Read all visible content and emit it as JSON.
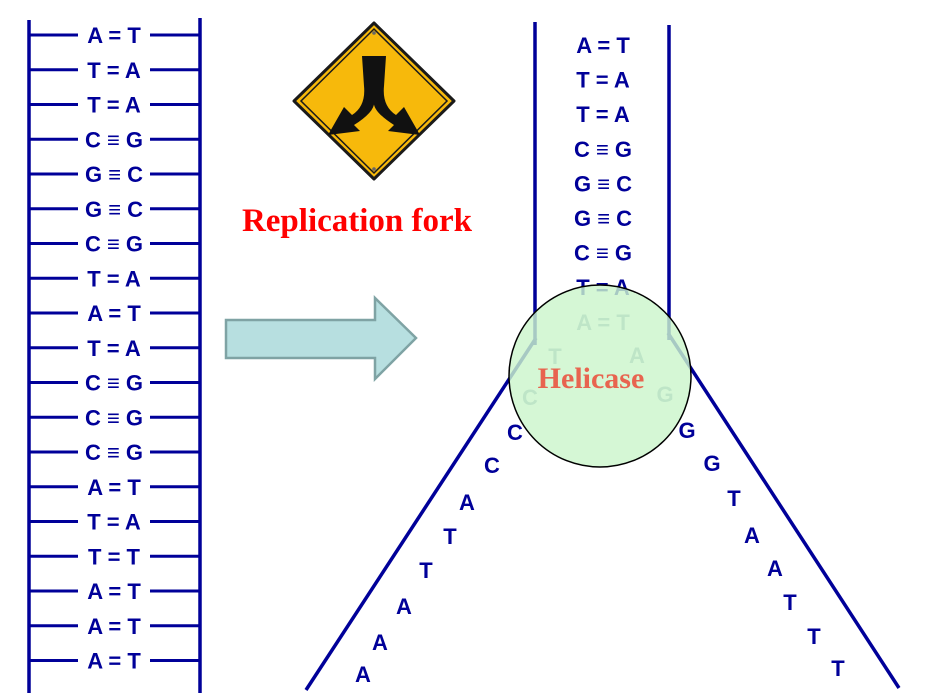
{
  "title": "Replication fork",
  "helicase_label": "Helicase",
  "icons": {
    "sign": "fork-road-sign-icon",
    "arrow": "right-arrow-icon"
  },
  "colors": {
    "dna": "#000099",
    "title": "#ff0000",
    "helicase_text": "#e8644f",
    "helicase_fill": "#ccf5cc",
    "arrow_fill": "#b7dfe0",
    "arrow_stroke": "#7fa3a4",
    "sign_fill": "#f7b90b"
  },
  "left_ladder": {
    "pairs": [
      {
        "left": "A",
        "bond": "=",
        "right": "T"
      },
      {
        "left": "T",
        "bond": "=",
        "right": "A"
      },
      {
        "left": "T",
        "bond": "=",
        "right": "A"
      },
      {
        "left": "C",
        "bond": "≡",
        "right": "G"
      },
      {
        "left": "G",
        "bond": "≡",
        "right": "C"
      },
      {
        "left": "G",
        "bond": "≡",
        "right": "C"
      },
      {
        "left": "C",
        "bond": "≡",
        "right": "G"
      },
      {
        "left": "T",
        "bond": "=",
        "right": "A"
      },
      {
        "left": "A",
        "bond": "=",
        "right": "T"
      },
      {
        "left": "T",
        "bond": "=",
        "right": "A"
      },
      {
        "left": "C",
        "bond": "≡",
        "right": "G"
      },
      {
        "left": "C",
        "bond": "≡",
        "right": "G"
      },
      {
        "left": "C",
        "bond": "≡",
        "right": "G"
      },
      {
        "left": "A",
        "bond": "=",
        "right": "T"
      },
      {
        "left": "T",
        "bond": "=",
        "right": "A"
      },
      {
        "left": "T",
        "bond": "=",
        "right": "T"
      },
      {
        "left": "A",
        "bond": "=",
        "right": "T"
      },
      {
        "left": "A",
        "bond": "=",
        "right": "T"
      },
      {
        "left": "A",
        "bond": "=",
        "right": "T"
      }
    ]
  },
  "fork": {
    "stem_pairs": [
      {
        "left": "A",
        "bond": "=",
        "right": "T"
      },
      {
        "left": "T",
        "bond": "=",
        "right": "A"
      },
      {
        "left": "T",
        "bond": "=",
        "right": "A"
      },
      {
        "left": "C",
        "bond": "≡",
        "right": "G"
      },
      {
        "left": "G",
        "bond": "≡",
        "right": "C"
      },
      {
        "left": "G",
        "bond": "≡",
        "right": "C"
      },
      {
        "left": "C",
        "bond": "≡",
        "right": "G"
      },
      {
        "left": "T",
        "bond": "=",
        "right": "A"
      },
      {
        "left": "A",
        "bond": "=",
        "right": "T"
      }
    ],
    "left_strand": [
      "T",
      "C",
      "C",
      "C",
      "A",
      "T",
      "T",
      "A",
      "A",
      "A"
    ],
    "right_strand": [
      "A",
      "G",
      "G",
      "G",
      "T",
      "A",
      "A",
      "T",
      "T",
      "T"
    ]
  }
}
